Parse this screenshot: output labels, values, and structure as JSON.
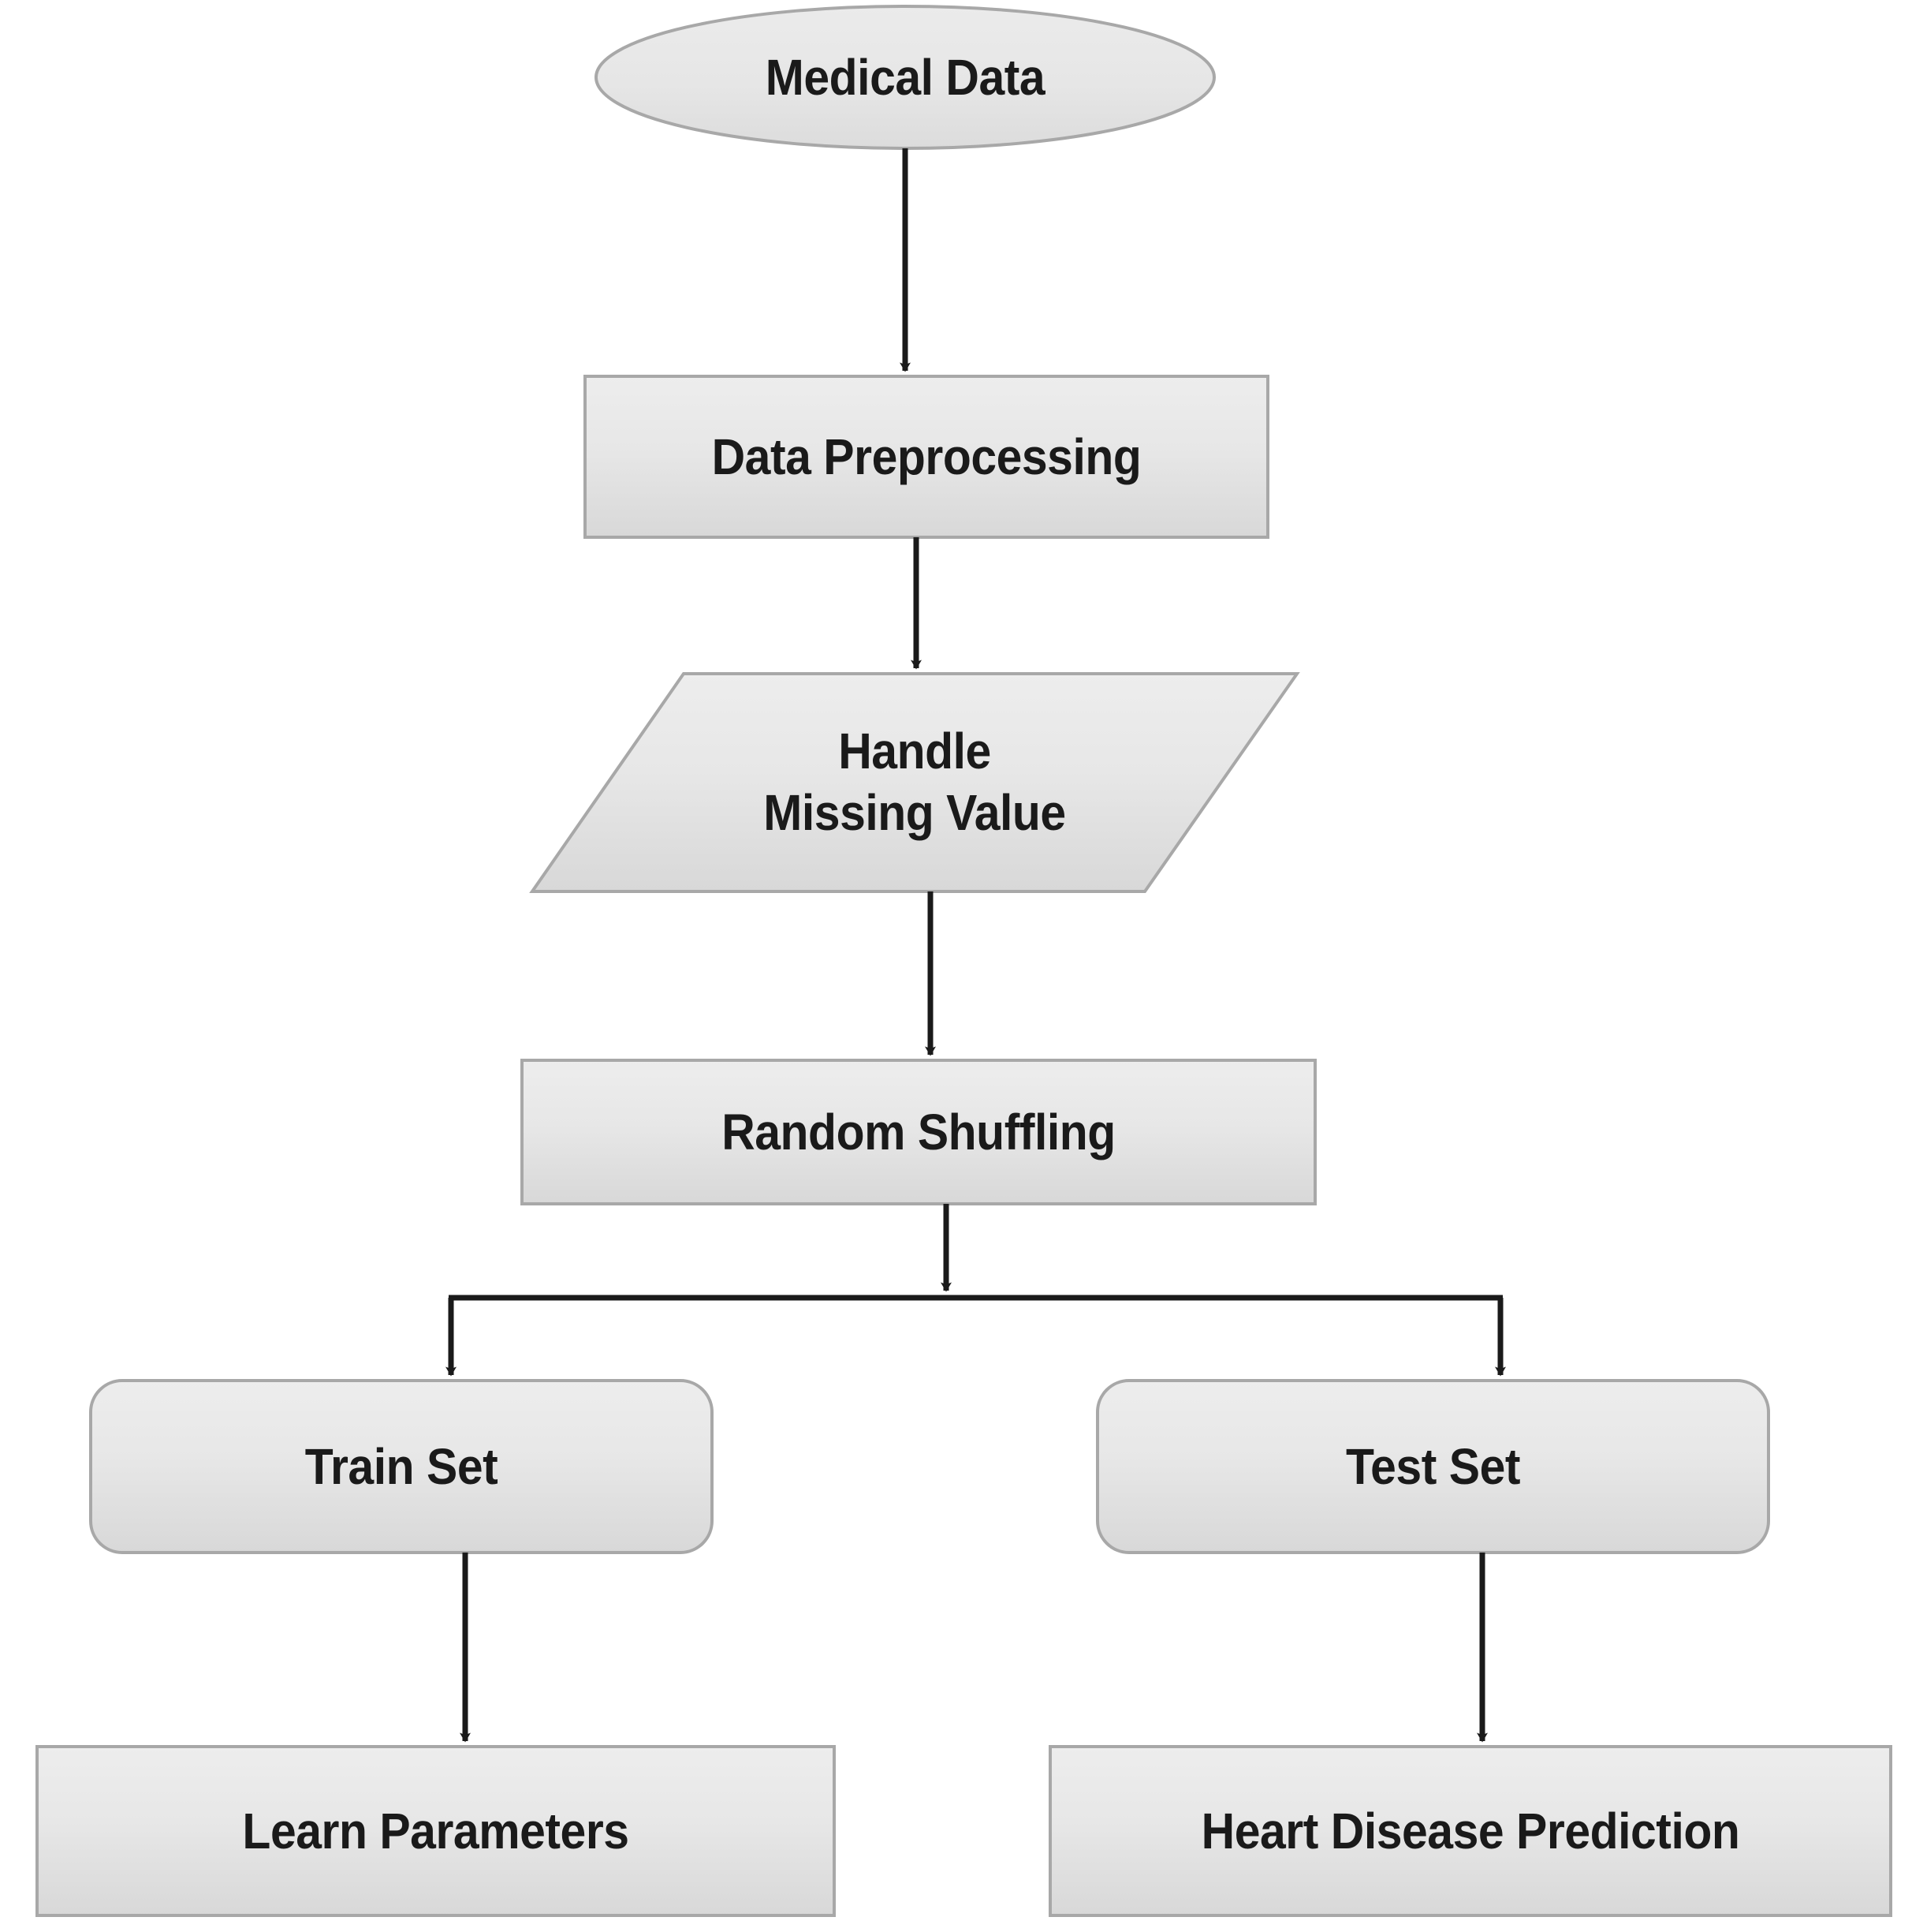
{
  "diagram": {
    "title": "Heart Disease Prediction Pipeline Flowchart",
    "background_color": "#ffffff",
    "node_fill_light": "#eaeaea",
    "node_fill_dark": "#d9d9d9",
    "node_border_color": "#a6a6a6",
    "text_color": "#1a1a1a",
    "arrow_color": "#1a1a1a"
  },
  "nodes": {
    "medical_data": {
      "label": "Medical Data",
      "shape": "ellipse"
    },
    "data_preprocessing": {
      "label": "Data Preprocessing",
      "shape": "rectangle"
    },
    "handle_missing_value": {
      "label": "Handle\nMissing Value",
      "shape": "parallelogram"
    },
    "random_shuffling": {
      "label": "Random Shuffling",
      "shape": "rectangle"
    },
    "train_set": {
      "label": "Train Set",
      "shape": "rounded-rectangle"
    },
    "test_set": {
      "label": "Test Set",
      "shape": "rounded-rectangle"
    },
    "learn_parameters": {
      "label": "Learn Parameters",
      "shape": "rectangle"
    },
    "heart_disease_prediction": {
      "label": "Heart Disease Prediction",
      "shape": "rectangle"
    }
  },
  "edges": [
    {
      "from": "medical_data",
      "to": "data_preprocessing",
      "style": "arrow"
    },
    {
      "from": "data_preprocessing",
      "to": "handle_missing_value",
      "style": "arrow"
    },
    {
      "from": "handle_missing_value",
      "to": "random_shuffling",
      "style": "arrow"
    },
    {
      "from": "random_shuffling",
      "to": "split_junction",
      "style": "arrow"
    },
    {
      "from": "split_junction",
      "to": "train_set",
      "style": "elbow-arrow"
    },
    {
      "from": "split_junction",
      "to": "test_set",
      "style": "elbow-arrow"
    },
    {
      "from": "train_set",
      "to": "learn_parameters",
      "style": "arrow"
    },
    {
      "from": "test_set",
      "to": "heart_disease_prediction",
      "style": "arrow"
    }
  ]
}
